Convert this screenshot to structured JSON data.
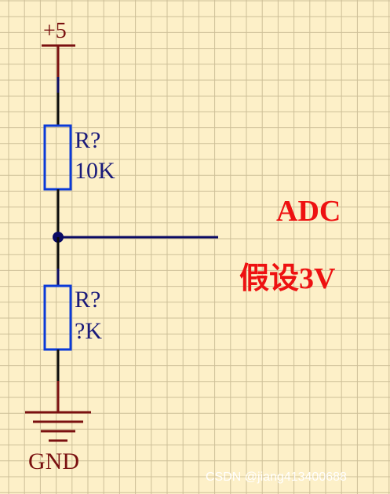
{
  "power": {
    "label": "+5"
  },
  "r1": {
    "designator": "R?",
    "value": "10K"
  },
  "r2": {
    "designator": "R?",
    "value": "?K"
  },
  "ground": {
    "label": "GND"
  },
  "adc": {
    "label": "ADC",
    "assumption": "假设3V"
  },
  "watermark": "CSDN @jiang413400688",
  "colors": {
    "background": "#fdf0c8",
    "grid": "#cdbf98",
    "wire": "#0a0a64",
    "resistor": "#0b3ad8",
    "label_text": "#1a1a7a",
    "power_symbol": "#7a1010",
    "annotation": "#ee1111",
    "watermark": "#ffffff"
  }
}
